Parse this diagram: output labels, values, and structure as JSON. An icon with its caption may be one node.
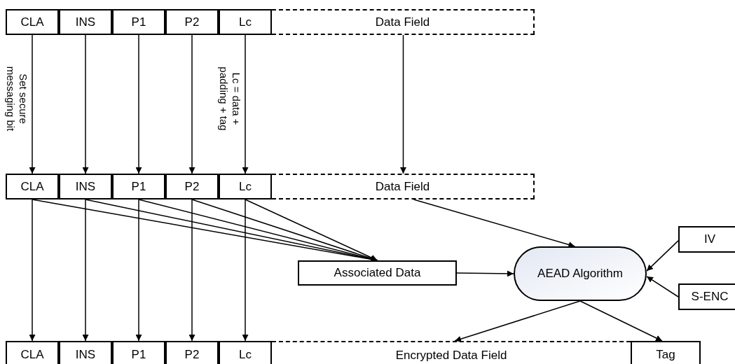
{
  "diagram": {
    "nodes": [
      {
        "text": [
          "CLA"
        ]
      },
      {
        "text": [
          "INS"
        ]
      },
      {
        "text": [
          "P1"
        ]
      },
      {
        "text": [
          "P2"
        ]
      },
      {
        "text": [
          "Lc"
        ]
      },
      {
        "text": [
          "Data Field"
        ]
      },
      {
        "text": [
          "CLA"
        ]
      },
      {
        "text": [
          "INS"
        ]
      },
      {
        "text": [
          "P1"
        ]
      },
      {
        "text": [
          "P2"
        ]
      },
      {
        "text": [
          "Lc"
        ]
      },
      {
        "text": [
          "Data Field"
        ]
      },
      {
        "text": [
          "Associated Data"
        ]
      },
      {
        "text": [
          "AEAD Algorithm"
        ]
      },
      {
        "text": [
          "IV"
        ]
      },
      {
        "text": [
          "S-ENC"
        ]
      },
      {
        "text": [
          "CLA"
        ]
      },
      {
        "text": [
          "INS"
        ]
      },
      {
        "text": [
          "P1"
        ]
      },
      {
        "text": [
          "P2"
        ]
      },
      {
        "text": [
          "Lc"
        ]
      },
      {
        "text": [
          "Encrypted Data Field"
        ]
      },
      {
        "text": [
          "Tag"
        ]
      }
    ],
    "edges": [
      {
        "from": 0,
        "to": 6,
        "arrow": "to",
        "label": "Set secure messaging bit"
      },
      {
        "from": 1,
        "to": 7,
        "arrow": "to"
      },
      {
        "from": 2,
        "to": 8,
        "arrow": "to"
      },
      {
        "from": 3,
        "to": 9,
        "arrow": "to"
      },
      {
        "from": 4,
        "to": 10,
        "arrow": "to",
        "label": "Lc = data + padding + tag"
      },
      {
        "from": 5,
        "to": 11,
        "arrow": "to"
      },
      {
        "from": 6,
        "to": 16,
        "arrow": "to"
      },
      {
        "from": 7,
        "to": 17,
        "arrow": "to"
      },
      {
        "from": 8,
        "to": 18,
        "arrow": "to"
      },
      {
        "from": 9,
        "to": 19,
        "arrow": "to"
      },
      {
        "from": 10,
        "to": 20,
        "arrow": "to"
      },
      {
        "from": 6,
        "to": 12,
        "arrow": "to"
      },
      {
        "from": 7,
        "to": 12,
        "arrow": "to"
      },
      {
        "from": 8,
        "to": 12,
        "arrow": "to"
      },
      {
        "from": 9,
        "to": 12,
        "arrow": "to"
      },
      {
        "from": 10,
        "to": 12,
        "arrow": "to"
      },
      {
        "from": 11,
        "to": 13,
        "arrow": "to"
      },
      {
        "from": 12,
        "to": 13,
        "arrow": "to"
      },
      {
        "from": 14,
        "to": 13,
        "arrow": "to"
      },
      {
        "from": 15,
        "to": 13,
        "arrow": "to"
      },
      {
        "from": 13,
        "to": 21,
        "arrow": "to"
      },
      {
        "from": 13,
        "to": 22,
        "arrow": "to"
      }
    ]
  }
}
